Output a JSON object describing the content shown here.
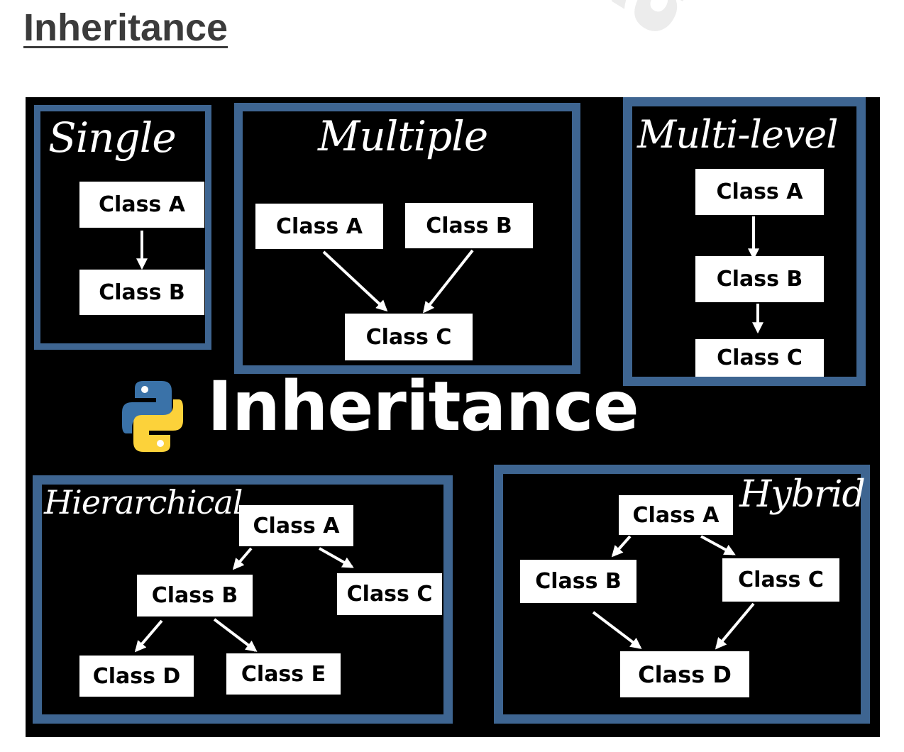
{
  "heading": "Inheritance",
  "watermark": "ade",
  "poster": {
    "title": "Inheritance",
    "logo_icon": "python-logo-icon",
    "colors": {
      "background": "#000000",
      "frame": "#3e6591",
      "box": "#ffffff",
      "logo_blue": "#3a72a8",
      "logo_yellow": "#fcd23a"
    },
    "single": {
      "label": "Single",
      "classes": [
        "Class A",
        "Class B"
      ]
    },
    "multiple": {
      "label": "Multiple",
      "classes": [
        "Class A",
        "Class B",
        "Class C"
      ]
    },
    "multilevel": {
      "label": "Multi-level",
      "classes": [
        "Class A",
        "Class B",
        "Class C"
      ]
    },
    "hierarchical": {
      "label": "Hierarchical",
      "classes": [
        "Class A",
        "Class B",
        "Class C",
        "Class D",
        "Class E"
      ]
    },
    "hybrid": {
      "label": "Hybrid",
      "classes": [
        "Class A",
        "Class B",
        "Class C",
        "Class D"
      ]
    }
  }
}
